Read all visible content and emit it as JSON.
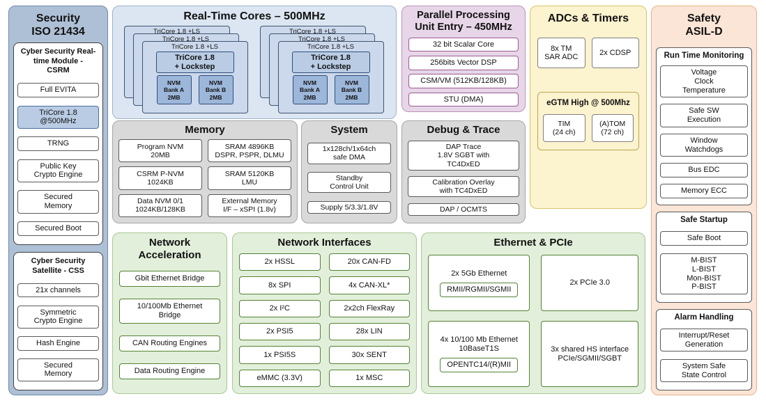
{
  "colors": {
    "security_bg": "#aec0d6",
    "realtime_bg": "#dce6f2",
    "ppu_bg": "#e7d6e7",
    "adc_bg": "#fcf3cf",
    "safety_bg": "#fbe5d6",
    "infrastructure_bg": "#d9d9d9",
    "network_bg": "#e2efda",
    "core_highlight": "#b9cce4",
    "nvm_bank_fill": "#9db7da"
  },
  "security": {
    "title": "Security\nISO 21434",
    "csrm": {
      "title": "Cyber Security Real-\ntime Module -\nCSRM",
      "items": [
        "Full EVITA",
        "TriCore 1.8\n@500MHz",
        "TRNG",
        "Public Key\nCrypto Engine",
        "Secured\nMemory",
        "Secured Boot"
      ]
    },
    "css": {
      "title": "Cyber Security\nSatellite - CSS",
      "items": [
        "21x channels",
        "Symmetric\nCrypto Engine",
        "Hash Engine",
        "Secured\nMemory"
      ]
    }
  },
  "realtime": {
    "title": "Real-Time Cores – 500MHz",
    "card": {
      "label": "TriCore 1.8 +LS",
      "core": "TriCore 1.8\n+ Lockstep",
      "bank_a": "NVM\nBank A\n2MB",
      "bank_b": "NVM\nBank B\n2MB"
    }
  },
  "ppu": {
    "title": "Parallel Processing\nUnit Entry – 450MHz",
    "items": [
      "32 bit Scalar Core",
      "256bits Vector DSP",
      "CSM/VM (512KB/128KB)",
      "STU (DMA)"
    ]
  },
  "adc": {
    "title": "ADCs & Timers",
    "sar_adc": "8x TM\nSAR ADC",
    "cdsp": "2x CDSP",
    "egtm_label": "eGTM High @ 500Mhz",
    "tim": "TIM\n(24 ch)",
    "atom": "(A)TOM\n(72 ch)"
  },
  "memory": {
    "title": "Memory",
    "items": [
      "Program NVM\n20MB",
      "SRAM 4896KB\nDSPR, PSPR, DLMU",
      "CSRM P-NVM\n1024KB",
      "SRAM 5120KB\nLMU",
      "Data NVM 0/1\n1024KB/128KB",
      "External Memory\nI/F – xSPI (1.8v)"
    ]
  },
  "system": {
    "title": "System",
    "items": [
      "1x128ch/1x64ch\nsafe DMA",
      "Standby\nControl Unit",
      "Supply 5/3.3/1.8V"
    ]
  },
  "debug": {
    "title": "Debug & Trace",
    "items": [
      "DAP Trace\n1.8V SGBT with\nTC4DxED",
      "Calibration Overlay\nwith TC4DxED",
      "DAP / OCMTS"
    ]
  },
  "netaccel": {
    "title": "Network\nAcceleration",
    "items": [
      "Gbit Ethernet Bridge",
      "10/100Mb Ethernet\nBridge",
      "CAN Routing Engines",
      "Data Routing Engine"
    ]
  },
  "netif": {
    "title": "Network Interfaces",
    "items": [
      "2x HSSL",
      "20x CAN-FD",
      "8x SPI",
      "4x CAN-XL*",
      "2x I²C",
      "2x2ch FlexRay",
      "2x PSI5",
      "28x LIN",
      "1x PSI5S",
      "30x SENT",
      "eMMC (3.3V)",
      "1x MSC"
    ]
  },
  "ethernet": {
    "title": "Ethernet & PCIe",
    "eth5_label": "2x 5Gb Ethernet",
    "eth5_inner": "RMII/RGMII/SGMII",
    "pcie": "2x PCIe 3.0",
    "eth10_label": "4x 10/100 Mb Ethernet\n10BaseT1S",
    "eth10_inner": "OPENTC14/(R)MII",
    "shared": "3x shared HS interface\nPCIe/SGMII/SGBT"
  },
  "safety": {
    "title": "Safety\nASIL-D",
    "runtime": {
      "title": "Run Time Monitoring",
      "items": [
        "Voltage\nClock\nTemperature",
        "Safe SW\nExecution",
        "Window\nWatchdogs",
        "Bus EDC",
        "Memory ECC"
      ]
    },
    "startup": {
      "title": "Safe Startup",
      "items": [
        "Safe Boot",
        "M-BIST\nL-BIST\nMon-BIST\nP-BIST"
      ]
    },
    "alarm": {
      "title": "Alarm Handling",
      "items": [
        "Interrupt/Reset\nGeneration",
        "System Safe\nState Control"
      ]
    }
  }
}
